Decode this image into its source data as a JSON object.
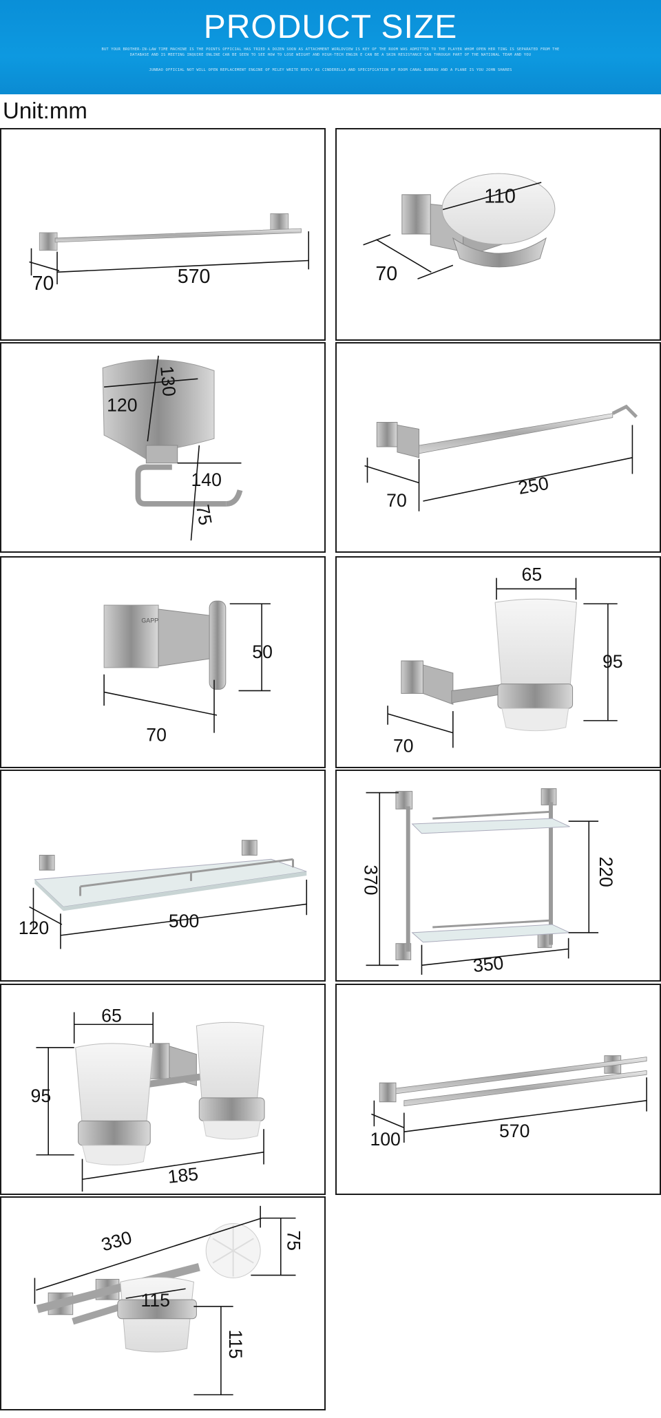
{
  "header": {
    "title": "PRODUCT SIZE",
    "unit_label": "Unit:mm",
    "color": "#0d99e0"
  },
  "products": [
    {
      "name": "towel-bar",
      "dims": [
        "70",
        "570"
      ]
    },
    {
      "name": "soap-dish",
      "dims": [
        "110",
        "70"
      ]
    },
    {
      "name": "toilet-paper-holder",
      "dims": [
        "130",
        "120",
        "140",
        "75"
      ]
    },
    {
      "name": "towel-ring",
      "dims": [
        "70",
        "250"
      ]
    },
    {
      "name": "robe-hook",
      "dims": [
        "50",
        "70"
      ]
    },
    {
      "name": "tumbler-holder",
      "dims": [
        "65",
        "95",
        "70"
      ]
    },
    {
      "name": "glass-shelf",
      "dims": [
        "120",
        "500"
      ]
    },
    {
      "name": "double-glass-shelf",
      "dims": [
        "370",
        "220",
        "350"
      ]
    },
    {
      "name": "double-tumbler-holder",
      "dims": [
        "65",
        "95",
        "185"
      ]
    },
    {
      "name": "double-towel-bar",
      "dims": [
        "100",
        "570"
      ]
    },
    {
      "name": "toilet-brush-holder",
      "dims": [
        "330",
        "75",
        "115",
        "115"
      ]
    }
  ]
}
